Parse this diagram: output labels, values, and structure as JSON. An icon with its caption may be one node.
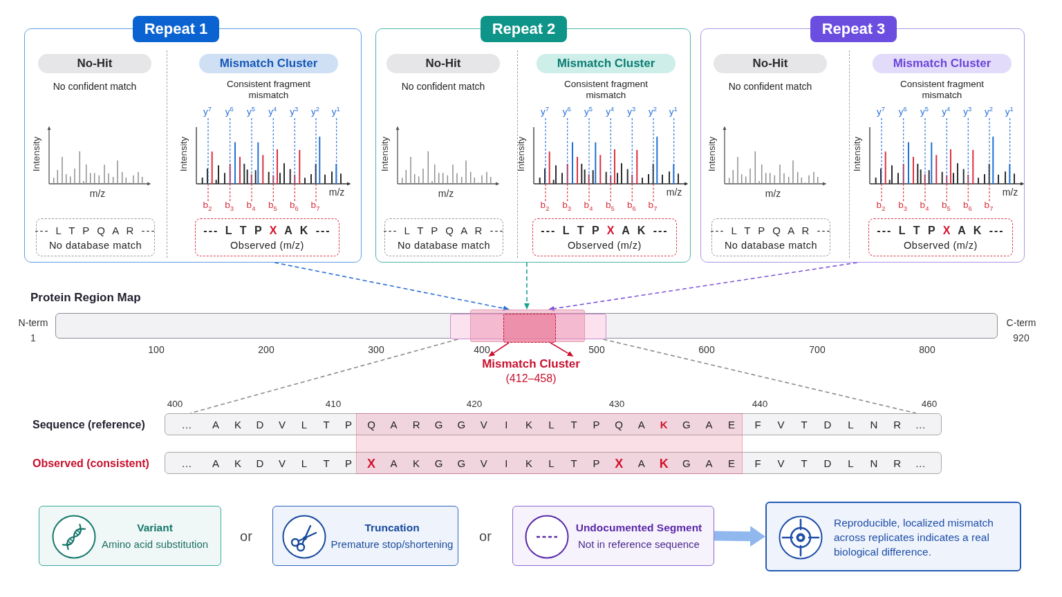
{
  "diagram": {
    "nodes": [
      {
        "text": [
          "Repeat 1"
        ]
      },
      {
        "text": [
          "No-Hit"
        ],
        "in": 0,
        "beside": [
          "No confident match"
        ]
      },
      {
        "text": [
          "Mismatch Cluster"
        ],
        "in": 0,
        "beside": [
          "Consistent fragment mismatch"
        ]
      },
      {
        "text": [
          "--- L T P Q A R ---",
          "No database match"
        ],
        "in": 0
      },
      {
        "text": [
          "--- L T P **X** A K ---",
          "Observed (m/z)"
        ],
        "in": 0
      },
      {
        "text": [
          "Repeat 2"
        ]
      },
      {
        "text": [
          "No-Hit"
        ],
        "in": 5,
        "beside": [
          "No confident match"
        ]
      },
      {
        "text": [
          "Mismatch Cluster"
        ],
        "in": 5,
        "beside": [
          "Consistent fragment mismatch"
        ]
      },
      {
        "text": [
          "--- L T P Q A R ---",
          "No database match"
        ],
        "in": 5
      },
      {
        "text": [
          "--- L T P **X** A K ---",
          "Observed (m/z)"
        ],
        "in": 5
      },
      {
        "text": [
          "Repeat 3"
        ]
      },
      {
        "text": [
          "No-Hit"
        ],
        "in": 10,
        "beside": [
          "No confident match"
        ]
      },
      {
        "text": [
          "Mismatch Cluster"
        ],
        "in": 10,
        "beside": [
          "Consistent fragment mismatch"
        ]
      },
      {
        "text": [
          "--- L T P Q A R ---",
          "No database match"
        ],
        "in": 10
      },
      {
        "text": [
          "--- L T P **X** A K ---",
          "Observed (m/z)"
        ],
        "in": 10
      },
      {
        "text": [],
        "shape": "bar"
      },
      {
        "text": [],
        "shape": "box",
        "in": 15
      },
      {
        "text": [],
        "shape": "box"
      },
      {
        "text": [],
        "shape": "box",
        "in": 17
      },
      {
        "text": [
          "Mismatch Cluster",
          "(412–458)"
        ]
      },
      {
        "text": [
          "… A K D V L T P Q A R G G V I K L T P Q A **K** G A E F V T D L N R …"
        ],
        "beside": [
          "Sequence (reference)"
        ]
      },
      {
        "text": [
          "… A K D V L T P **X** A K G G V I K L T P **X** A **K** G A E F V T D L N R …"
        ],
        "beside": [
          "Observed (consistent)"
        ]
      },
      {
        "text": [
          "Variant",
          "Amino acid substitution"
        ]
      },
      {
        "text": [
          "Truncation",
          "Premature stop/shortening"
        ]
      },
      {
        "text": [
          "Undocumented Segment",
          "Not in reference sequence"
        ]
      },
      {
        "text": [
          "Reproducible, localized mismatch across replicates indicates a real biological difference."
        ]
      }
    ],
    "edges": [
      {
        "from": 0,
        "to": 17,
        "arrow": "to",
        "style": "dashed",
        "color": "#2a6fd6"
      },
      {
        "from": 5,
        "to": 17,
        "arrow": "to",
        "style": "dashed",
        "color": "#18a394"
      },
      {
        "from": 10,
        "to": 17,
        "arrow": "to",
        "style": "dashed",
        "color": "#7b55dc"
      },
      {
        "from": 18,
        "to": 19,
        "arrow": "to",
        "color": "#c8102e"
      },
      {
        "from": 18,
        "to": 19,
        "arrow": "to",
        "color": "#c8102e"
      },
      {
        "from": 16,
        "to": 20,
        "arrow": "none",
        "style": "dashed",
        "color": "#8c8c8c"
      },
      {
        "from": 16,
        "to": 20,
        "arrow": "none",
        "style": "dashed",
        "color": "#8c8c8c"
      },
      {
        "from": 24,
        "to": 25,
        "arrow": "to",
        "style": "thick",
        "color": "#90b8ee"
      }
    ],
    "labels": [
      "Intensity",
      "m/z",
      "y$^{7}$",
      "y$^{6}$",
      "y$^{5}$",
      "y$^{4}$",
      "y$^{3}$",
      "y$^{2}$",
      "y$^{1}$",
      "Intensity",
      "m/z",
      "b$_{2}$",
      "b$_{3}$",
      "b$_{4}$",
      "b$_{5}$",
      "b$_{6}$",
      "b$_{7}$",
      "Intensity",
      "m/z",
      "y$^{7}$",
      "y$^{6}$",
      "y$^{5}$",
      "y$^{4}$",
      "y$^{3}$",
      "y$^{2}$",
      "y$^{1}$",
      "Intensity",
      "m/z",
      "b$_{2}$",
      "b$_{3}$",
      "b$_{4}$",
      "b$_{5}$",
      "b$_{6}$",
      "b$_{7}$",
      "Intensity",
      "m/z",
      "y$^{7}$",
      "y$^{6}$",
      "y$^{5}$",
      "y$^{4}$",
      "y$^{3}$",
      "y$^{2}$",
      "y$^{1}$",
      "Intensity",
      "m/z",
      "b$_{2}$",
      "b$_{3}$",
      "b$_{4}$",
      "b$_{5}$",
      "b$_{6}$",
      "b$_{7}$",
      "Protein Region Map",
      "N-term",
      "1",
      "100",
      "200",
      "300",
      "400",
      "500",
      "600",
      "700",
      "800",
      "C-term",
      "920",
      "400",
      "410",
      "420",
      "430",
      "440",
      "460",
      "or",
      "or"
    ]
  }
}
